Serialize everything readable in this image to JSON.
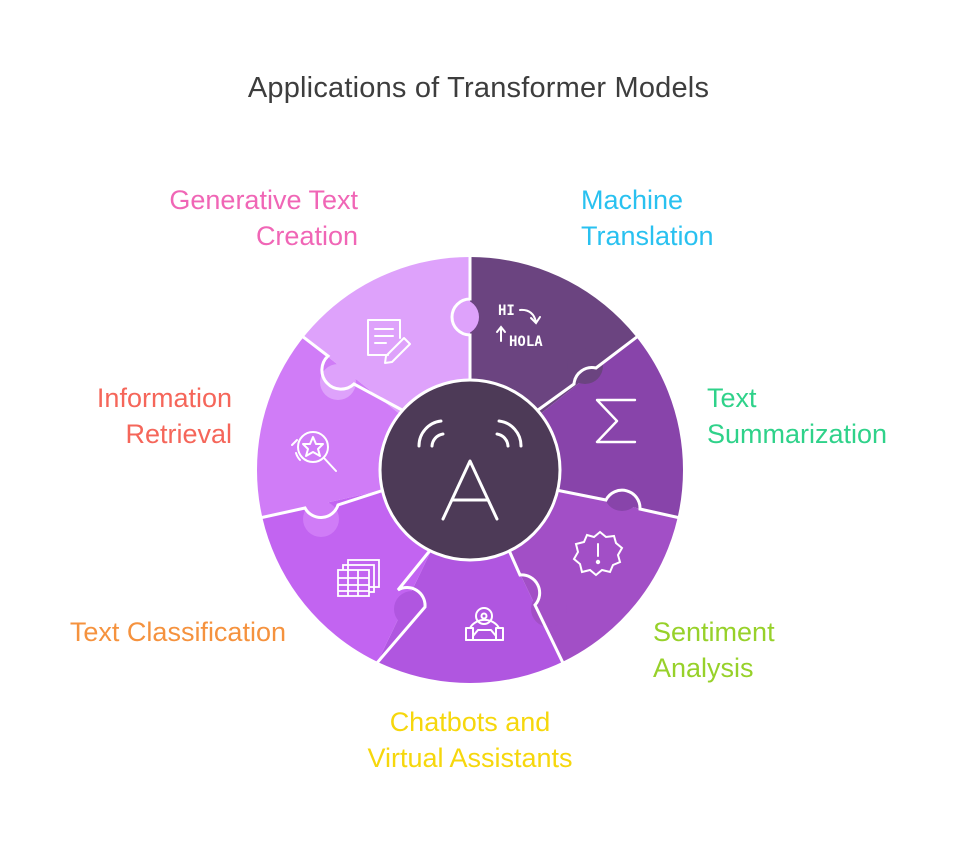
{
  "title": "Applications of Transformer Models",
  "center_icon": "transformer-a-signal-icon",
  "segments": [
    {
      "id": "machine-translation",
      "lines": [
        "Machine",
        "Translation"
      ],
      "label_color": "#29c1f0",
      "fill": "#6b4480",
      "icon": "translate-hi-hola-icon",
      "icon_text": [
        "HI",
        "HOLA"
      ]
    },
    {
      "id": "text-summarization",
      "lines": [
        "Text",
        "Summarization"
      ],
      "label_color": "#2fd28a",
      "fill": "#8844aa",
      "icon": "sigma-icon"
    },
    {
      "id": "sentiment-analysis",
      "lines": [
        "Sentiment",
        "Analysis"
      ],
      "label_color": "#97d12a",
      "fill": "#a24fc6",
      "icon": "alert-badge-icon"
    },
    {
      "id": "chatbots",
      "lines": [
        "Chatbots and",
        "Virtual Assistants"
      ],
      "label_color": "#f6d70c",
      "fill": "#b056e0",
      "icon": "support-headset-icon"
    },
    {
      "id": "text-classification",
      "lines": [
        "Text Classification"
      ],
      "label_color": "#f5923e",
      "fill": "#c264f1",
      "icon": "table-stack-icon"
    },
    {
      "id": "information-retrieval",
      "lines": [
        "Information",
        "Retrieval"
      ],
      "label_color": "#f5665a",
      "fill": "#d07cf7",
      "icon": "search-star-icon"
    },
    {
      "id": "generative-text",
      "lines": [
        "Generative Text",
        "Creation"
      ],
      "label_color": "#f066b6",
      "fill": "#dea2fb",
      "icon": "document-pencil-icon"
    }
  ],
  "colors": {
    "hub": "#4d3a57",
    "divider": "#ffffff",
    "title": "#3d3d3d"
  }
}
